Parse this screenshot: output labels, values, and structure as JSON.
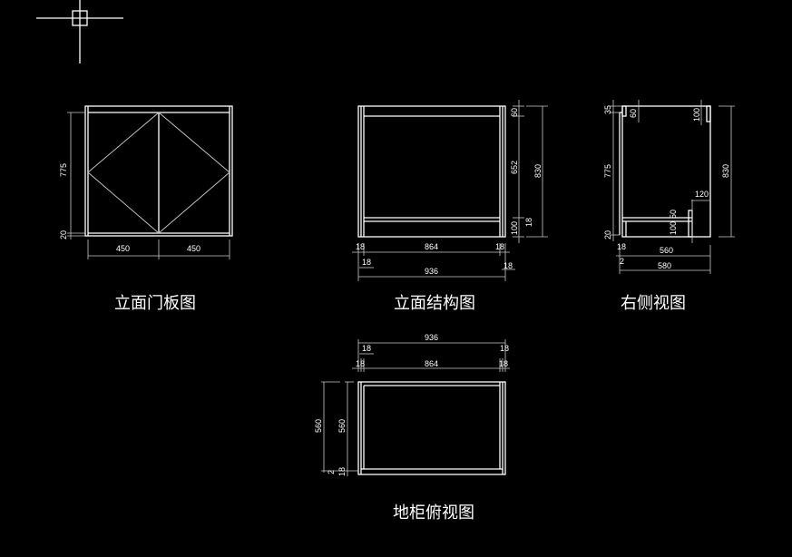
{
  "colors": {
    "background": "#000000",
    "lines": "#ffffff",
    "dimensions": "#c8c8c8"
  },
  "cursor": {
    "icon": "crosshair-icon"
  },
  "views": {
    "front_door": {
      "title": "立面门板图",
      "dims": {
        "height_main": "775",
        "height_base": "20",
        "width_left": "450",
        "width_right": "450"
      }
    },
    "front_structure": {
      "title": "立面结构图",
      "dims": {
        "top": "60",
        "middle": "652",
        "bottom": "100",
        "total_height": "830",
        "rail": "18",
        "side_left": "18",
        "side_right": "18",
        "inner_width": "864",
        "offset_left": "18",
        "offset_right": "18",
        "total_width": "936"
      }
    },
    "right_side": {
      "title": "右侧视图",
      "dims": {
        "top": "35",
        "main": "775",
        "base": "20",
        "rail_top": "60",
        "rail_right": "100",
        "total_height": "830",
        "shelf_depth": "120",
        "shelf_h": "50",
        "base_rail": "100",
        "panel": "18",
        "gap": "2",
        "inner_depth": "560",
        "total_depth": "580"
      }
    },
    "top_view": {
      "title": "地柜俯视图",
      "dims": {
        "total_width": "936",
        "offset_left": "18",
        "offset_right": "18",
        "side_left": "18",
        "side_right": "18",
        "inner_width": "864",
        "depth_outer": "560",
        "depth_inner": "560",
        "gap": "2",
        "back": "18"
      }
    }
  }
}
